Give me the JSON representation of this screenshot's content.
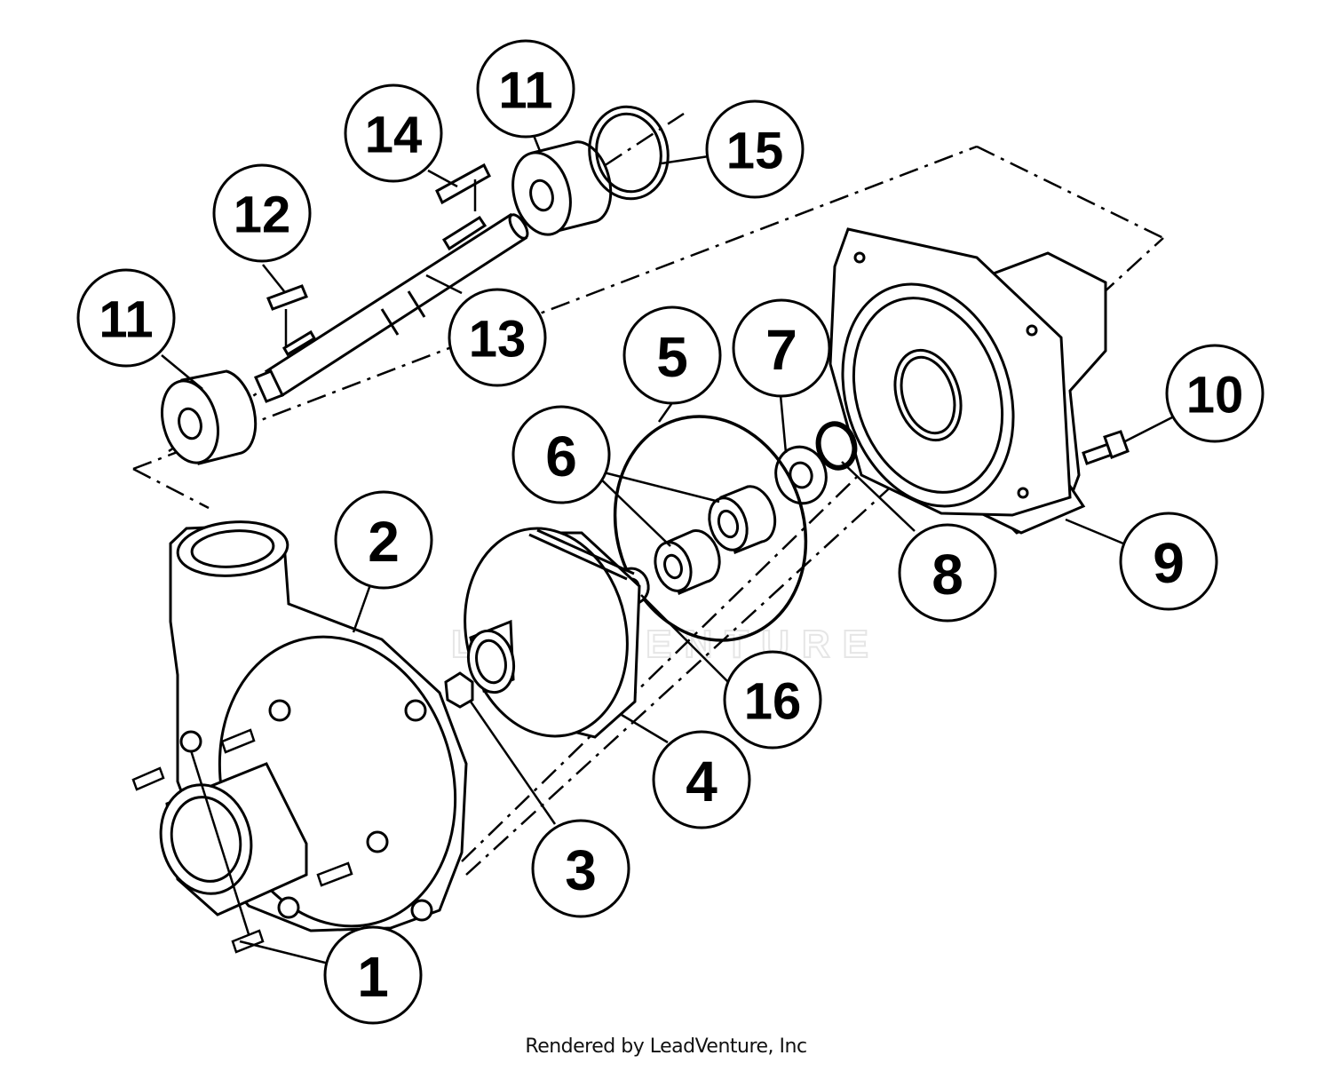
{
  "diagram": {
    "callouts": [
      {
        "id": "c1",
        "label": "1"
      },
      {
        "id": "c2",
        "label": "2"
      },
      {
        "id": "c3",
        "label": "3"
      },
      {
        "id": "c4",
        "label": "4"
      },
      {
        "id": "c5",
        "label": "5"
      },
      {
        "id": "c6",
        "label": "6"
      },
      {
        "id": "c7",
        "label": "7"
      },
      {
        "id": "c8",
        "label": "8"
      },
      {
        "id": "c9",
        "label": "9"
      },
      {
        "id": "c10",
        "label": "10"
      },
      {
        "id": "c11a",
        "label": "11"
      },
      {
        "id": "c11b",
        "label": "11"
      },
      {
        "id": "c12",
        "label": "12"
      },
      {
        "id": "c13",
        "label": "13"
      },
      {
        "id": "c14",
        "label": "14"
      },
      {
        "id": "c15",
        "label": "15"
      },
      {
        "id": "c16",
        "label": "16"
      }
    ],
    "watermark": "LEADVENTURE",
    "credit": "Rendered by LeadVenture, Inc"
  }
}
